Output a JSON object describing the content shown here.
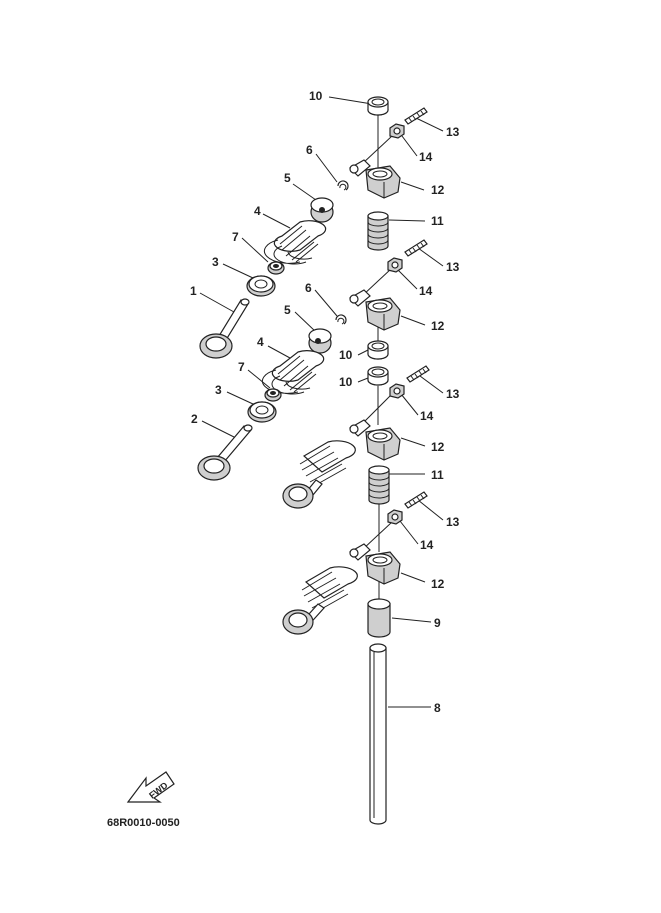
{
  "diagram_code": "68R0010-0050",
  "fwd_label": "FWD",
  "labels": {
    "l1": "1",
    "l2": "2",
    "l3a": "3",
    "l3b": "3",
    "l4a": "4",
    "l4b": "4",
    "l5a": "5",
    "l5b": "5",
    "l6a": "6",
    "l6b": "6",
    "l7a": "7",
    "l7b": "7",
    "l8": "8",
    "l9": "9",
    "l10a": "10",
    "l10b": "10",
    "l10c": "10",
    "l11a": "11",
    "l11b": "11",
    "l12a": "12",
    "l12b": "12",
    "l12c": "12",
    "l12d": "12",
    "l13a": "13",
    "l13b": "13",
    "l13c": "13",
    "l13d": "13",
    "l14a": "14",
    "l14b": "14",
    "l14c": "14",
    "l14d": "14"
  }
}
